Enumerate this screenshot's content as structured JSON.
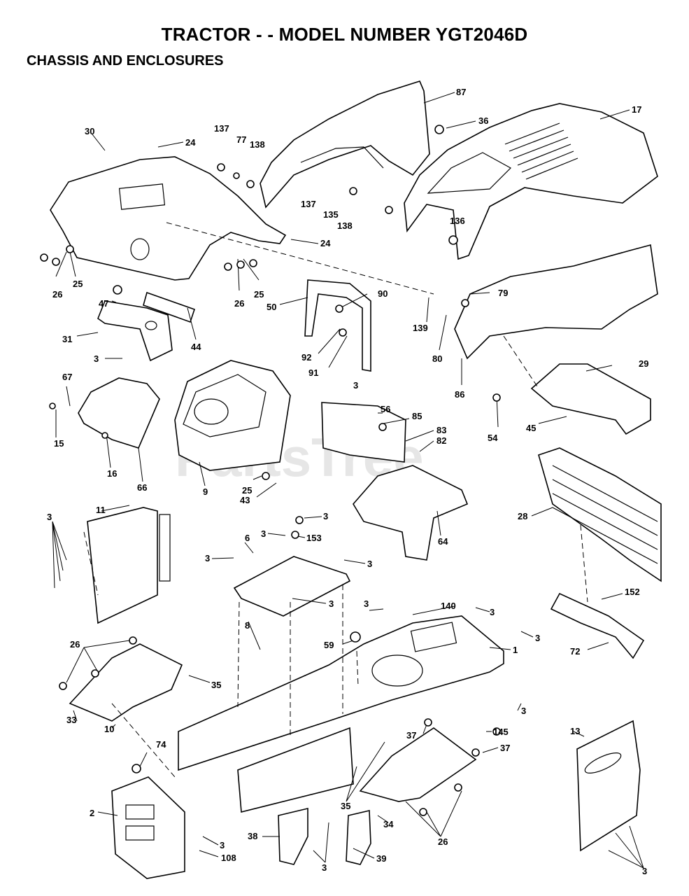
{
  "title": "TRACTOR - - MODEL NUMBER YGT2046D",
  "subtitle": "CHASSIS AND ENCLOSURES",
  "watermark": "PartsTree",
  "callouts": [
    {
      "id": "c87",
      "label": "87"
    },
    {
      "id": "c17",
      "label": "17"
    },
    {
      "id": "c36",
      "label": "36"
    },
    {
      "id": "c30",
      "label": "30"
    },
    {
      "id": "c24a",
      "label": "24"
    },
    {
      "id": "c137a",
      "label": "137"
    },
    {
      "id": "c77",
      "label": "77"
    },
    {
      "id": "c138a",
      "label": "138"
    },
    {
      "id": "c137b",
      "label": "137"
    },
    {
      "id": "c135",
      "label": "135"
    },
    {
      "id": "c138b",
      "label": "138"
    },
    {
      "id": "c136",
      "label": "136"
    },
    {
      "id": "c24b",
      "label": "24"
    },
    {
      "id": "c26a",
      "label": "26"
    },
    {
      "id": "c25a",
      "label": "25"
    },
    {
      "id": "c26b",
      "label": "26"
    },
    {
      "id": "c25b",
      "label": "25"
    },
    {
      "id": "c47",
      "label": "47"
    },
    {
      "id": "c44",
      "label": "44"
    },
    {
      "id": "c31",
      "label": "31"
    },
    {
      "id": "c3a",
      "label": "3"
    },
    {
      "id": "c50",
      "label": "50"
    },
    {
      "id": "c90",
      "label": "90"
    },
    {
      "id": "c92",
      "label": "92"
    },
    {
      "id": "c91",
      "label": "91"
    },
    {
      "id": "c3b",
      "label": "3"
    },
    {
      "id": "c139",
      "label": "139"
    },
    {
      "id": "c79",
      "label": "79"
    },
    {
      "id": "c80",
      "label": "80"
    },
    {
      "id": "c86",
      "label": "86"
    },
    {
      "id": "c29",
      "label": "29"
    },
    {
      "id": "c54",
      "label": "54"
    },
    {
      "id": "c45",
      "label": "45"
    },
    {
      "id": "c67",
      "label": "67"
    },
    {
      "id": "c15",
      "label": "15"
    },
    {
      "id": "c16",
      "label": "16"
    },
    {
      "id": "c66",
      "label": "66"
    },
    {
      "id": "c9",
      "label": "9"
    },
    {
      "id": "c25c",
      "label": "25"
    },
    {
      "id": "c43",
      "label": "43"
    },
    {
      "id": "c56",
      "label": "56"
    },
    {
      "id": "c85",
      "label": "85"
    },
    {
      "id": "c83",
      "label": "83"
    },
    {
      "id": "c82",
      "label": "82"
    },
    {
      "id": "c64",
      "label": "64"
    },
    {
      "id": "c28",
      "label": "28"
    },
    {
      "id": "c11",
      "label": "11"
    },
    {
      "id": "c3c",
      "label": "3"
    },
    {
      "id": "c3d",
      "label": "3"
    },
    {
      "id": "c3e",
      "label": "3"
    },
    {
      "id": "c153",
      "label": "153"
    },
    {
      "id": "c6",
      "label": "6"
    },
    {
      "id": "c3f",
      "label": "3"
    },
    {
      "id": "c3g",
      "label": "3"
    },
    {
      "id": "c3h",
      "label": "3"
    },
    {
      "id": "c152",
      "label": "152"
    },
    {
      "id": "c140",
      "label": "140"
    },
    {
      "id": "c3i",
      "label": "3"
    },
    {
      "id": "c3j",
      "label": "3"
    },
    {
      "id": "c3k",
      "label": "3"
    },
    {
      "id": "c8",
      "label": "8"
    },
    {
      "id": "c59",
      "label": "59"
    },
    {
      "id": "c1",
      "label": "1"
    },
    {
      "id": "c72",
      "label": "72"
    },
    {
      "id": "c26c",
      "label": "26"
    },
    {
      "id": "c35a",
      "label": "35"
    },
    {
      "id": "c33",
      "label": "33"
    },
    {
      "id": "c10",
      "label": "10"
    },
    {
      "id": "c37a",
      "label": "37"
    },
    {
      "id": "c145",
      "label": "145"
    },
    {
      "id": "c37b",
      "label": "37"
    },
    {
      "id": "c13",
      "label": "13"
    },
    {
      "id": "c3l",
      "label": "3"
    },
    {
      "id": "c74",
      "label": "74"
    },
    {
      "id": "c2",
      "label": "2"
    },
    {
      "id": "c35b",
      "label": "35"
    },
    {
      "id": "c34",
      "label": "34"
    },
    {
      "id": "c26d",
      "label": "26"
    },
    {
      "id": "c3m",
      "label": "3"
    },
    {
      "id": "c108",
      "label": "108"
    },
    {
      "id": "c38",
      "label": "38"
    },
    {
      "id": "c3n",
      "label": "3"
    },
    {
      "id": "c39",
      "label": "39"
    },
    {
      "id": "c3o",
      "label": "3"
    }
  ]
}
